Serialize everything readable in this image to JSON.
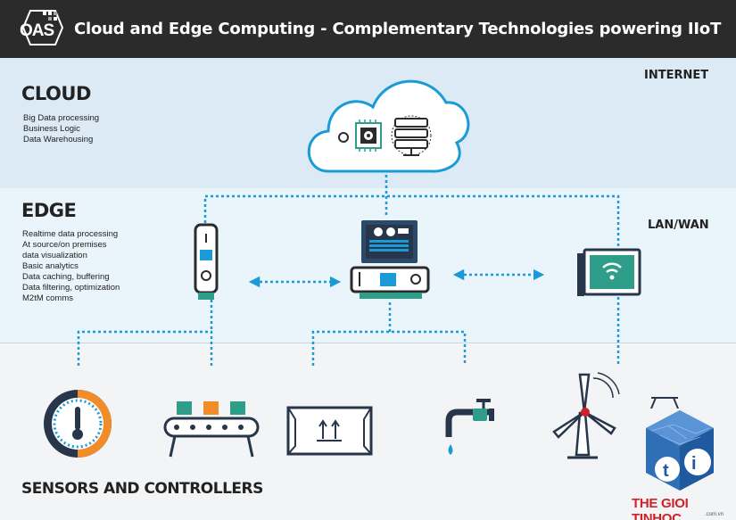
{
  "header": {
    "logo_text": "OAS",
    "title": "Cloud and Edge Computing - Complementary Technologies powering IIoT"
  },
  "cloud": {
    "title": "CLOUD",
    "items": [
      "Big Data processing",
      "Business Logic",
      "Data Warehousing"
    ]
  },
  "edge": {
    "title": "EDGE",
    "items": [
      "Realtime data processing",
      "At source/on premises",
      "data visualization",
      "Basic analytics",
      "Data caching, buffering",
      "Data filtering, optimization",
      "M2tM comms"
    ]
  },
  "sensors": {
    "title": "SENSORS AND CONTROLLERS"
  },
  "network": {
    "internet": "INTERNET",
    "lan_wan": "LAN/WAN"
  },
  "watermark": {
    "brand": "THE GIOI TINHOC",
    "domain": ".com.vn"
  },
  "colors": {
    "header_bg": "#2b2b2b",
    "cloud_band": "#dbeaf4",
    "edge_band": "#eaf4fb",
    "sensor_band": "#f3f4f5",
    "accent_blue": "#1a9bd7",
    "device_teal": "#2e9e8a",
    "dark_navy": "#27364a",
    "orange": "#f28c28",
    "watermark_red": "#d0202a"
  },
  "icons": [
    "cloud-icon",
    "processor-icon",
    "server-icon",
    "gateway-device-icon",
    "hmi-panel-icon",
    "wifi-router-icon",
    "gauge-thermometer-icon",
    "conveyor-belt-icon",
    "package-icon",
    "water-faucet-icon",
    "wind-turbine-icon",
    "tower-icon",
    "thegioitinhoc-logo-icon"
  ]
}
